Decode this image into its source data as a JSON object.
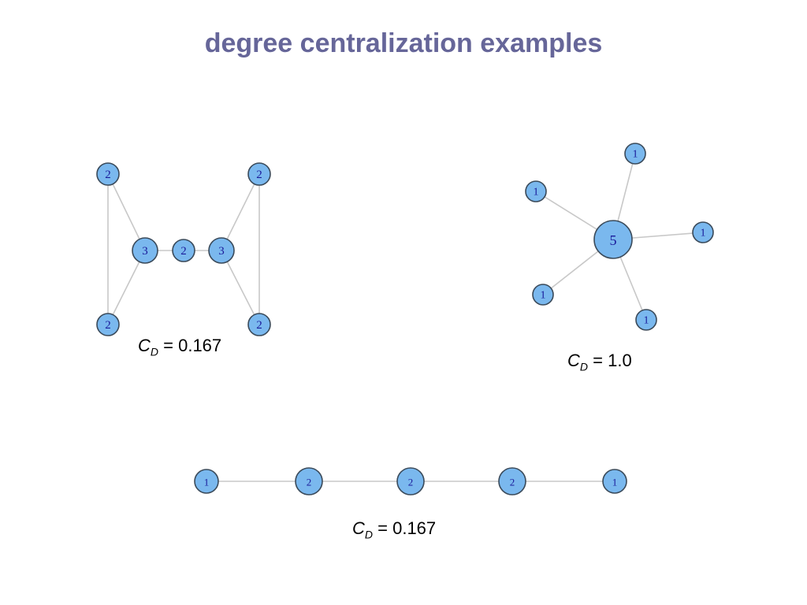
{
  "title": "degree centralization examples",
  "graphs": [
    {
      "id": "bowtie",
      "formula": {
        "symbol": "C",
        "subscript": "D",
        "equals": "= 0.167"
      },
      "node_degrees": [
        "2",
        "2",
        "3",
        "2",
        "3",
        "2",
        "2"
      ]
    },
    {
      "id": "star",
      "formula": {
        "symbol": "C",
        "subscript": "D",
        "equals": "= 1.0"
      },
      "node_degrees": [
        "5",
        "1",
        "1",
        "1",
        "1",
        "1"
      ]
    },
    {
      "id": "line",
      "formula": {
        "symbol": "C",
        "subscript": "D",
        "equals": "= 0.167"
      },
      "node_degrees": [
        "1",
        "2",
        "2",
        "2",
        "1"
      ]
    }
  ],
  "colors": {
    "title": "#666699",
    "node_fill": "#7ab8ee",
    "node_stroke": "#3a4a5a",
    "edge": "#c8c8c8",
    "label": "#1a1a9a"
  }
}
